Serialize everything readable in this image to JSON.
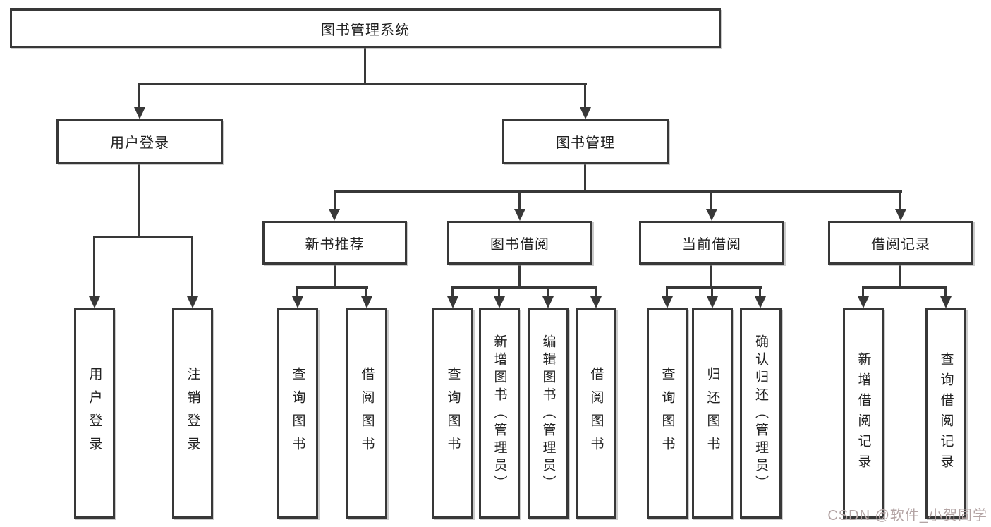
{
  "diagram": {
    "title": "图书管理系统",
    "type": "hierarchy-chart",
    "colors": {
      "line": "#383838",
      "box_border": "#383838",
      "box_background": "#ffffff",
      "text": "#222222",
      "watermark": "#b3a4a4"
    },
    "tree": {
      "root": "图书管理系统",
      "level2": [
        "用户登录",
        "图书管理"
      ],
      "level3": [
        "新书推荐",
        "图书借阅",
        "当前借阅",
        "借阅记录"
      ],
      "leaves": {
        "login": [
          "用户登录",
          "注销登录"
        ],
        "recommend": [
          "查询图书",
          "借阅图书"
        ],
        "borrow": [
          "查询图书",
          "新增图书（管理员）",
          "编辑图书（管理员）",
          "借阅图书"
        ],
        "current": [
          "查询图书",
          "归还图书",
          "确认归还（管理员）"
        ],
        "records": [
          "新增借阅记录",
          "查询借阅记录"
        ]
      }
    },
    "watermark": "CSDN @软件_小贺同学"
  }
}
